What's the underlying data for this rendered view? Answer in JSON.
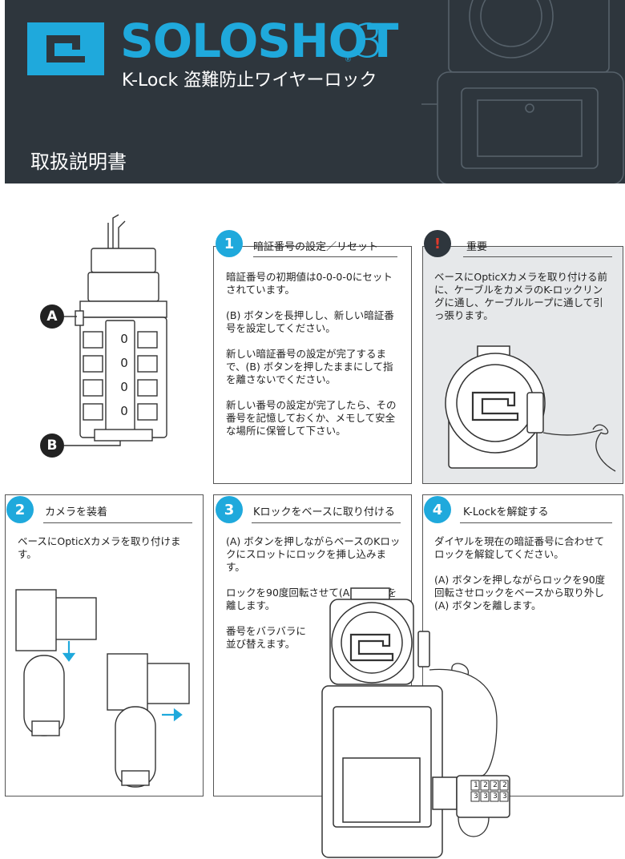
{
  "header": {
    "brand": "SOLOSHOT",
    "brand_number": "3",
    "reg_mark": "®",
    "subtitle": "K-Lock 盗難防止ワイヤーロック",
    "manual_title": "取扱説明書"
  },
  "callouts": {
    "a": "A",
    "b": "B"
  },
  "lock_digits": [
    "0",
    "0",
    "0",
    "0"
  ],
  "dial_rows": [
    [
      "1",
      "2",
      "2",
      "2"
    ],
    [
      "3",
      "3",
      "3",
      "3"
    ]
  ],
  "steps": [
    {
      "number": "1",
      "title": "暗証番号の設定／リセット",
      "paragraphs": [
        "暗証番号の初期値は0-0-0-0にセットされています。",
        "(B) ボタンを長押しし、新しい暗証番号を設定してください。",
        "新しい暗証番号の設定が完了するまで、(B) ボタンを押したままにして指を離さないでください。",
        "新しい番号の設定が完了したら、その番号を記憶しておくか、メモして安全な場所に保管して下さい。"
      ]
    },
    {
      "number": "2",
      "title": "カメラを装着",
      "paragraphs": [
        "ベースにOpticXカメラを取り付けます。"
      ]
    },
    {
      "number": "3",
      "title": "Kロックをベースに取り付ける",
      "paragraphs": [
        "(A) ボタンを押しながらベースのKロックにスロットにロックを挿し込みます。",
        "ロックを90度回転させて(A) ボタンを離します。",
        "番号をバラバラに並び替えます。"
      ]
    },
    {
      "number": "4",
      "title": "K-Lockを解錠する",
      "paragraphs": [
        "ダイヤルを現在の暗証番号に合わせてロックを解錠してください。",
        "(A) ボタンを押しながらロックを90度回転させロックをベースから取り外し(A) ボタンを離します。"
      ]
    }
  ],
  "important": {
    "icon": "!",
    "title": "重要",
    "text": "ベースにOpticXカメラを取り付ける前に、ケーブルをカメラのK-ロックリングに通し、ケーブルループに通して引っ張ります。"
  },
  "colors": {
    "accent": "#1fa9dc",
    "header_bg": "#2e363d",
    "warning": "#e0392b"
  }
}
